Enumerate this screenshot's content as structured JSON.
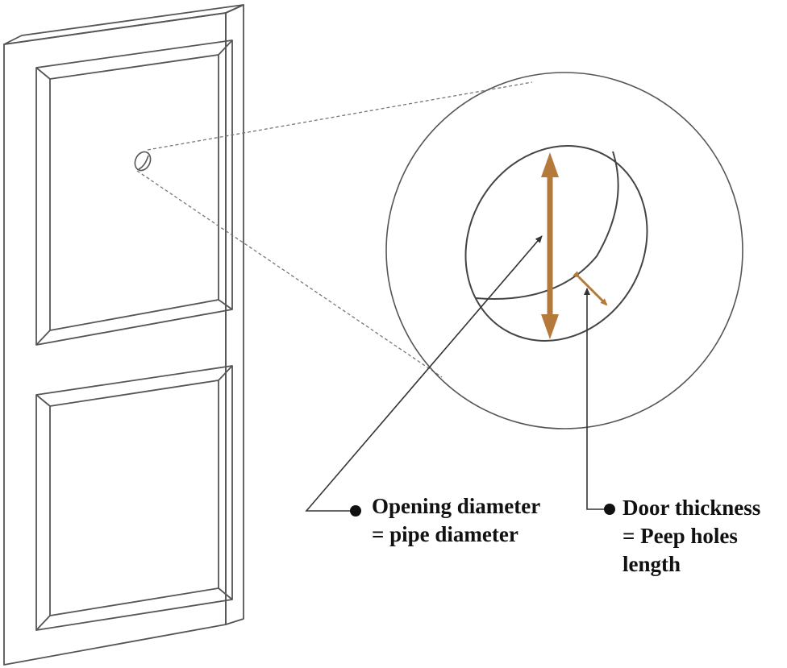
{
  "labels": {
    "opening": {
      "line1": "Opening diameter",
      "line2": "= pipe diameter"
    },
    "thickness": {
      "line1": "Door thickness",
      "line2": "= Peep holes",
      "line3": "length"
    }
  },
  "colors": {
    "line": "#333333",
    "frame_line": "#555555",
    "accent_arrow": "#b5793a",
    "text": "#111111"
  }
}
